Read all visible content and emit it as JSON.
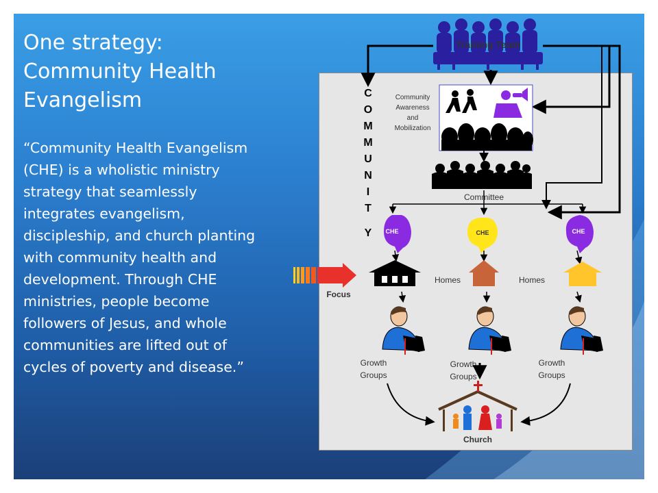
{
  "slide": {
    "title_lines": [
      "One strategy:",
      "Community Health",
      "Evangelism"
    ],
    "body_lines": [
      "“Community Health Evangelism",
      "(CHE) is a wholistic ministry",
      "strategy that seamlessly",
      "integrates evangelism,",
      "discipleship, and church planting",
      "with community health and",
      "development. Through CHE",
      "ministries, people become",
      "followers of Jesus, and whole",
      "communities are lifted out of",
      "cycles of poverty and disease.”"
    ]
  },
  "diagram": {
    "training_team": "Training Team",
    "community_letters": [
      "C",
      "O",
      "M",
      "M",
      "U",
      "N",
      "I",
      "T",
      "Y"
    ],
    "awareness_lines": [
      "Community",
      "Awareness",
      "and",
      "Mobilization"
    ],
    "committee": "Committee",
    "che_labels": [
      "CHE",
      "CHE",
      "CHE"
    ],
    "homes_labels": [
      "Homes",
      "Homes"
    ],
    "focus": "Focus",
    "growth_groups": [
      [
        "Growth",
        "Groups"
      ],
      [
        "Growth",
        "Groups"
      ],
      [
        "Growth",
        "Groups"
      ]
    ],
    "church": "Church"
  },
  "colors": {
    "purple": "#8a2be2",
    "training_purple": "#2a1f9e",
    "home_brown": "#c8643a",
    "home_yellow": "#ffc52a",
    "che_yellow": "#ffe51a",
    "shirt_blue": "#1e6fd6",
    "arrow_red": "#e8312a",
    "panel_gray": "#e6e6e6"
  }
}
